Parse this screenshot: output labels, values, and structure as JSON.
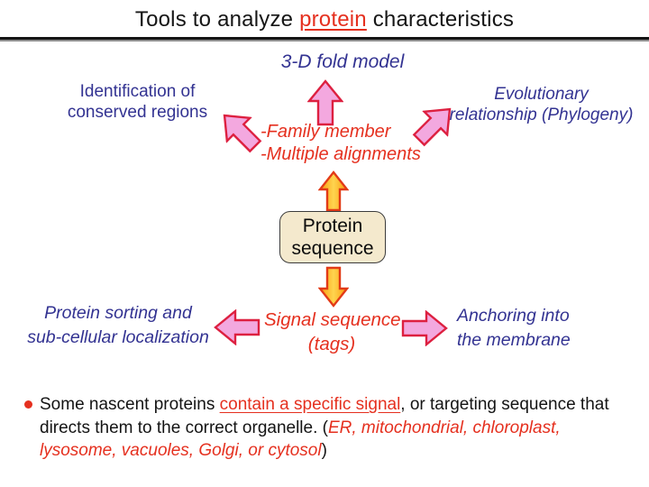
{
  "title": {
    "prefix": "Tools to analyze ",
    "highlight": "protein",
    "suffix": " characteristics"
  },
  "diagram": {
    "top_label": "3-D fold model",
    "left_label_line1": "Identification of",
    "left_label_line2": "conserved regions",
    "right_label_line1": "Evolutionary",
    "right_label_line2": "relationship (Phylogeny)",
    "center_red_line1": "-Family member",
    "center_red_line2": "-Multiple alignments",
    "box_line1": "Protein",
    "box_line2": "sequence",
    "bottom_red_line1": "Signal sequence",
    "bottom_red_line2": "(tags)",
    "bottom_left_line1": "Protein sorting and",
    "bottom_left_line2": "sub-cellular localization",
    "bottom_right_line1": "Anchoring into",
    "bottom_right_line2": "the membrane"
  },
  "bullet": {
    "text_before": "Some nascent proteins ",
    "link_text": "contain a specific signal",
    "text_middle": ", or targeting sequence that directs them to the correct organelle. (",
    "organelles": "ER, mitochondrial, chloroplast, lysosome, vacuoles, Golgi, or cytosol",
    "text_after": ")"
  },
  "colors": {
    "dark_blue": "#333392",
    "red": "#E5301F",
    "pink_fill": "#F3A8DF",
    "pink_stroke": "#DD2040",
    "orange_fill": "#FFA41C",
    "orange_stroke": "#E23A17",
    "box_fill": "#F4E9CD"
  }
}
